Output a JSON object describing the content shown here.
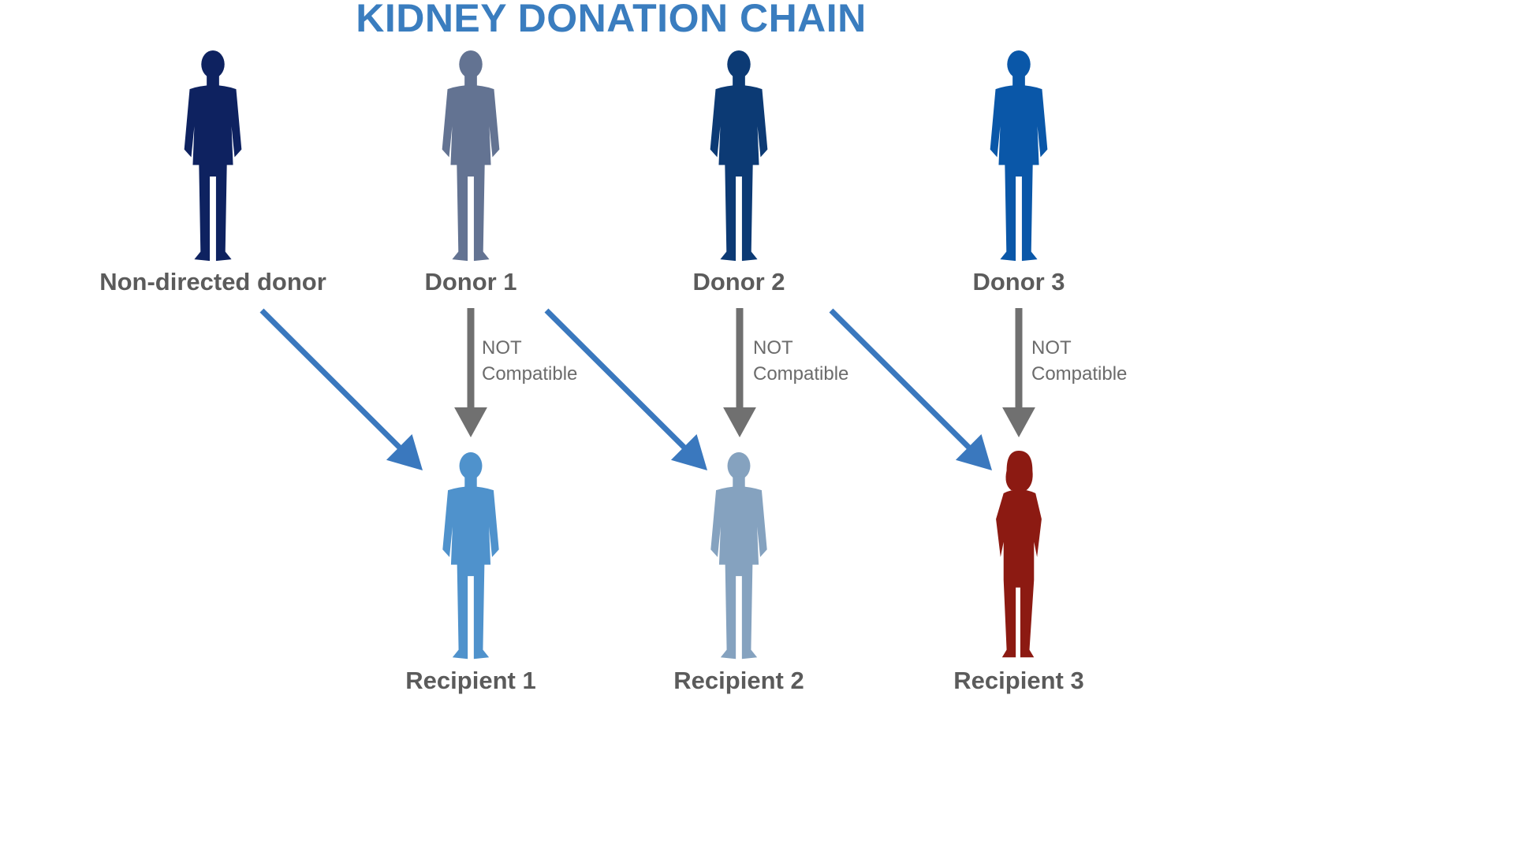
{
  "title": "KIDNEY DONATION CHAIN",
  "colors": {
    "title": "#3a7dbf",
    "label_text": "#5b5b5b",
    "note_text": "#6b6b6b",
    "compatible_arrow": "#3a78be",
    "incompatible_arrow": "#707070",
    "non_directed_donor": "#0e2260",
    "donor_1": "#637392",
    "donor_2": "#0c3a74",
    "donor_3": "#0a57a8",
    "recipient_1": "#4f92cc",
    "recipient_2": "#85a2bf",
    "recipient_3": "#8c1a12"
  },
  "donors": [
    {
      "label": "Non-directed donor",
      "icon": "person-silhouette-icon"
    },
    {
      "label": "Donor 1",
      "icon": "person-silhouette-icon"
    },
    {
      "label": "Donor 2",
      "icon": "person-silhouette-icon"
    },
    {
      "label": "Donor 3",
      "icon": "person-silhouette-icon"
    }
  ],
  "recipients": [
    {
      "label": "Recipient 1",
      "icon": "person-silhouette-icon"
    },
    {
      "label": "Recipient 2",
      "icon": "person-silhouette-icon"
    },
    {
      "label": "Recipient 3",
      "icon": "woman-silhouette-icon"
    }
  ],
  "compatibility_notes": [
    {
      "line1": "NOT",
      "line2": "Compatible"
    },
    {
      "line1": "NOT",
      "line2": "Compatible"
    },
    {
      "line1": "NOT",
      "line2": "Compatible"
    }
  ],
  "edges": [
    {
      "from": "Non-directed donor",
      "to": "Recipient 1",
      "compatible": true
    },
    {
      "from": "Donor 1",
      "to": "Recipient 1",
      "compatible": false
    },
    {
      "from": "Donor 1",
      "to": "Recipient 2",
      "compatible": true
    },
    {
      "from": "Donor 2",
      "to": "Recipient 2",
      "compatible": false
    },
    {
      "from": "Donor 2",
      "to": "Recipient 3",
      "compatible": true
    },
    {
      "from": "Donor 3",
      "to": "Recipient 3",
      "compatible": false
    }
  ]
}
